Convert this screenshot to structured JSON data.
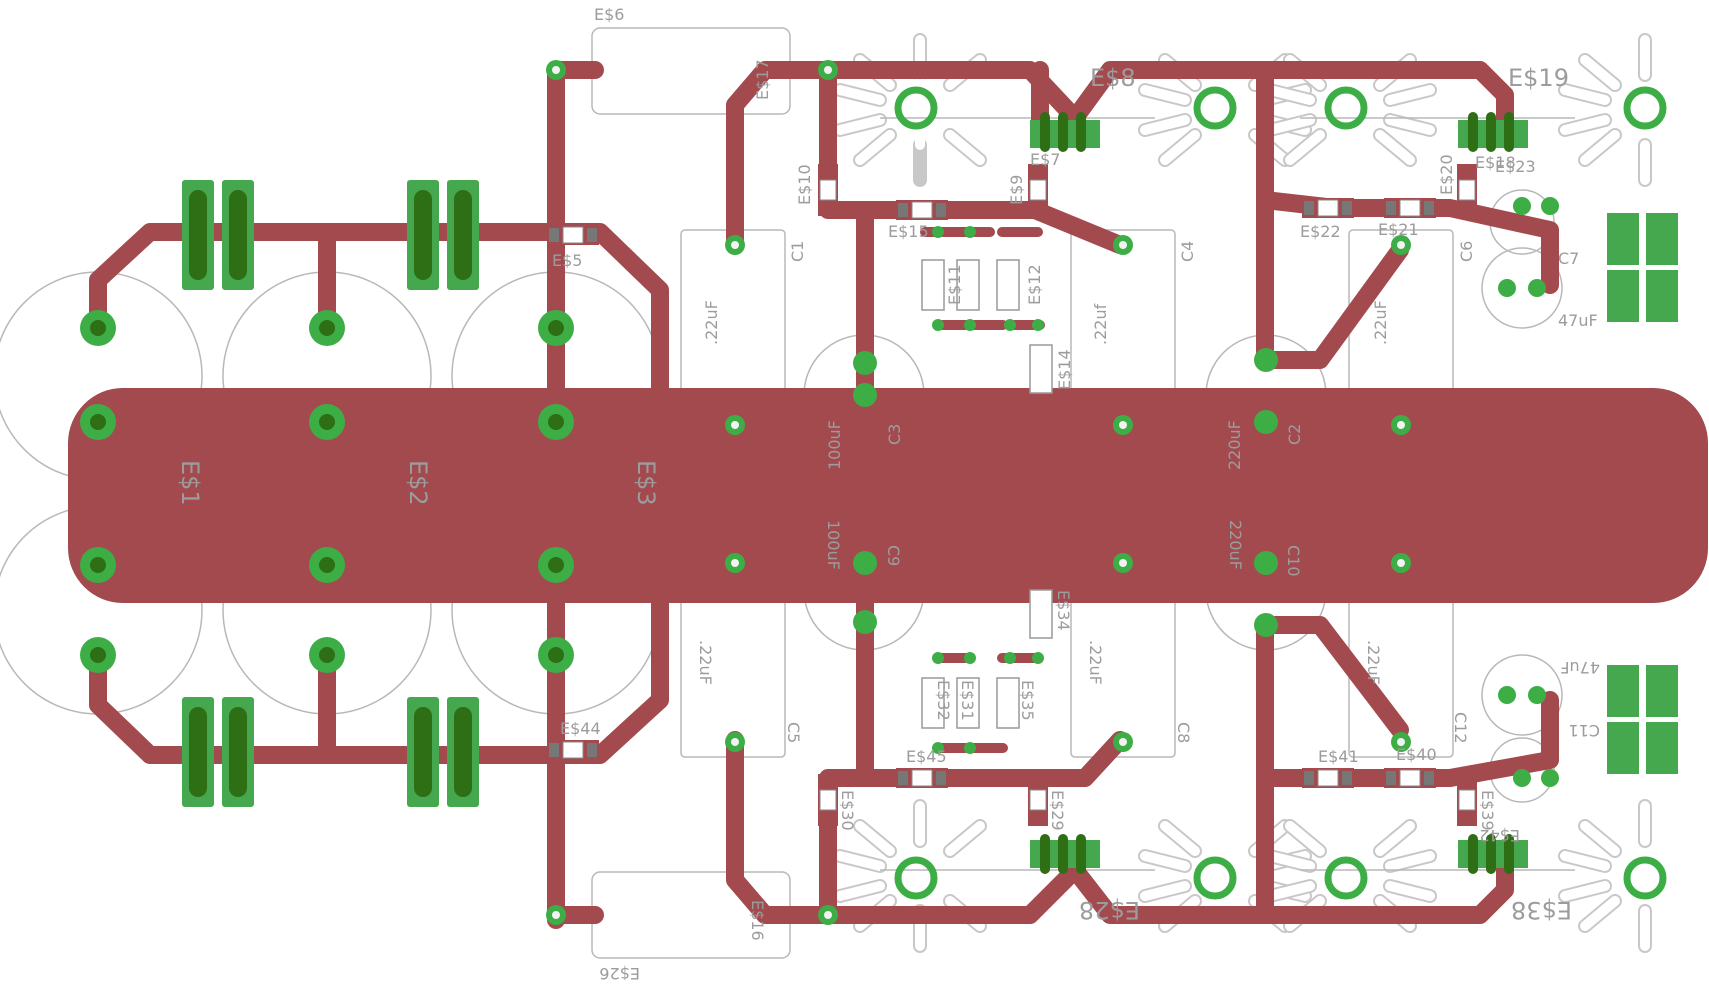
{
  "colors": {
    "background": "#ffffff",
    "trace": "#a34a4f",
    "pad": "#3dae46",
    "pad_hole": "#f2f2f2",
    "pad_dark": "#2e6e14",
    "silkscreen": "#b8b8b8",
    "label": "#9c9c9c",
    "smd_pad": "#46a84e"
  },
  "labels": {
    "es6": "E$6",
    "es8": "E$8",
    "es19": "E$19",
    "es7": "E$7",
    "es17": "E$17",
    "es10": "E$10",
    "es9": "E$9",
    "es15": "E$15",
    "es5": "E$5",
    "es12": "E$12",
    "es11": "E$11",
    "es14": "E$14",
    "es20": "E$20",
    "es18": "E$18",
    "es23": "E$23",
    "es22": "E$22",
    "es21": "E$21",
    "es1": "E$1",
    "es2": "E$2",
    "es3": "E$3",
    "c1": "C1",
    "c4": "C4",
    "c3": "C3",
    "c2": "C2",
    "c7": "C7",
    "c6": "C6",
    "c5": "C5",
    "c8": "C8",
    "c9": "C9",
    "c10": "C10",
    "c11": "C11",
    "c12": "C12",
    "v22uf_top": ".22uF",
    "v22uf_top2": ".22uf",
    "v22uf_top3": ".22uF",
    "v100uf": "100uF",
    "v220uf": "220uF",
    "v47uf": "47uF",
    "v100uf_b": "100uF",
    "v220uf_b": "220uF",
    "v22uf_b1": ".22uF",
    "v22uf_b2": ".22uF",
    "v22uf_b3": ".22uF",
    "v47uf_b": "47uF",
    "es44": "E$44",
    "es45": "E$45",
    "es30": "E$30",
    "es29": "E$29",
    "es34": "E$34",
    "es35": "E$35",
    "es32": "E$32",
    "es31": "E$31",
    "es41": "E$41",
    "es40": "E$40",
    "es39": "E$39",
    "es42": "E$42",
    "es28": "E$28",
    "es38": "E$38",
    "es26": "E$26",
    "es16": "E$16"
  }
}
